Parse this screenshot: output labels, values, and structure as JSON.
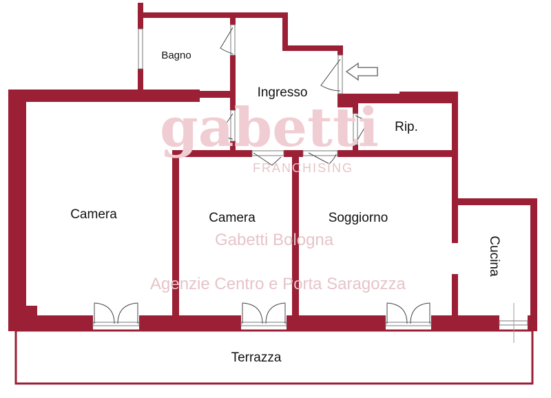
{
  "colors": {
    "wall": "#9b1f35",
    "watermark": "#e6c4c8"
  },
  "watermark": {
    "logo": "gabetti",
    "sub": "FRANCHISING",
    "agency": "Gabetti Bologna",
    "branches": "Agenzie Centro e Porta Saragozza"
  },
  "rooms": {
    "bagno": "Bagno",
    "ingresso": "Ingresso",
    "rip": "Rip.",
    "camera1": "Camera",
    "camera2": "Camera",
    "soggiorno": "Soggiorno",
    "cucina": "Cucina",
    "terrazza": "Terrazza"
  },
  "icons": {
    "entrance": "entrance-arrow-icon"
  }
}
